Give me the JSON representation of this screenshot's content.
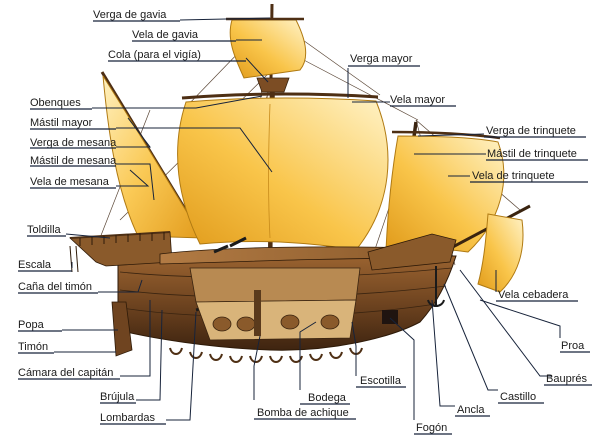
{
  "diagram": {
    "labels": {
      "verga_gavia": "Verga de gavia",
      "vela_gavia": "Vela de gavia",
      "cola": "Cola (para el vigía)",
      "verga_mayor": "Verga mayor",
      "obenques": "Obenques",
      "vela_mayor": "Vela mayor",
      "mastil_mayor": "Mástil mayor",
      "verga_trinquete": "Verga de trinquete",
      "verga_mesana": "Verga de mesana",
      "mastil_trinquete": "Mástil de trinquete",
      "mastil_mesana": "Mástil de mesana",
      "vela_trinquete": "Vela de trinquete",
      "vela_mesana": "Vela de mesana",
      "toldilla": "Toldilla",
      "escala": "Escala",
      "cana_timon": "Caña del timón",
      "vela_cebadera": "Vela cebadera",
      "popa": "Popa",
      "timon": "Timón",
      "proa": "Proa",
      "camara_capitan": "Cámara del capitán",
      "bauprés": "Bauprés",
      "brujula": "Brújula",
      "castillo": "Castillo",
      "escotilla": "Escotilla",
      "bodega": "Bodega",
      "ancla": "Ancla",
      "lombardas": "Lombardas",
      "bomba_achique": "Bomba de achique",
      "fogon": "Fogón"
    },
    "colors": {
      "sail_light": "#fde7a1",
      "sail_mid": "#f8c64a",
      "sail_dark": "#e5a21f",
      "hull_dark": "#4e2f14",
      "hull_mid": "#7c4d24",
      "hull_light": "#a8723c",
      "leader": "#17233a"
    }
  }
}
